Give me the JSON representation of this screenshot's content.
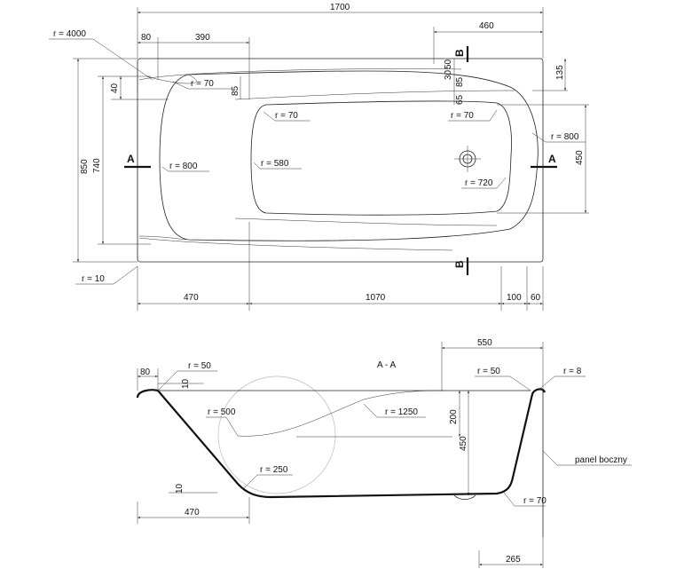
{
  "top_view": {
    "dims": {
      "total_length": "1700",
      "rim_left": "80",
      "len_390": "390",
      "len_460": "460",
      "w_135": "135",
      "w_30": "30",
      "w_50": "50",
      "w_85a": "85",
      "w_85b": "85",
      "w_65": "65",
      "w_40": "40",
      "w_850": "850",
      "w_740": "740",
      "w_450": "450",
      "len_470": "470",
      "len_1070": "1070",
      "len_100": "100",
      "len_60": "60"
    },
    "radii": {
      "r4000": "r = 4000",
      "r70a": "r = 70",
      "r70b": "r = 70",
      "r70c": "r = 70",
      "r800a": "r = 800",
      "r800b": "r = 800",
      "r580": "r = 580",
      "r720": "r = 720",
      "r10": "r = 10"
    },
    "section_marks": {
      "a_left": "A",
      "a_right": "A",
      "b_top": "B",
      "b_bottom": "B"
    }
  },
  "section_view": {
    "title": "A - A",
    "dims": {
      "rim_80": "80",
      "d10a": "10",
      "d10b": "10",
      "len_550": "550",
      "h200": "200",
      "h450": "450",
      "len_470": "470",
      "len_265": "265"
    },
    "radii": {
      "r50a": "r = 50",
      "r50b": "r = 50",
      "r8": "r = 8",
      "r500": "r = 500",
      "r1250": "r = 1250",
      "r250": "r = 250",
      "r70": "r = 70"
    },
    "panel_label": "panel boczny"
  }
}
